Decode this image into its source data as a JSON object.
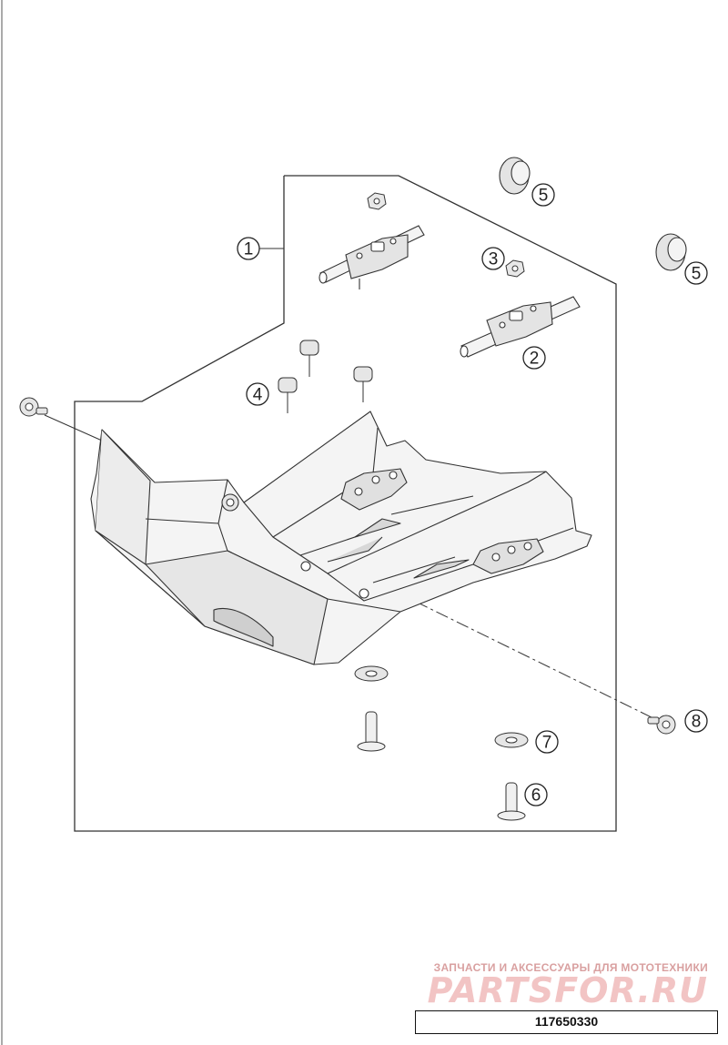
{
  "callouts": [
    {
      "id": "callout-1",
      "number": "1"
    },
    {
      "id": "callout-2",
      "number": "2"
    },
    {
      "id": "callout-3",
      "number": "3"
    },
    {
      "id": "callout-4",
      "number": "4"
    },
    {
      "id": "callout-5a",
      "number": "5"
    },
    {
      "id": "callout-5b",
      "number": "5"
    },
    {
      "id": "callout-6",
      "number": "6"
    },
    {
      "id": "callout-7",
      "number": "7"
    },
    {
      "id": "callout-8",
      "number": "8"
    }
  ],
  "watermark": {
    "tagline": "ЗАПЧАСТИ И АКСЕССУАРЫ ДЛЯ МОТОТЕХНИКИ",
    "logo": "PARTSFOR.RU"
  },
  "part_number": "117650330",
  "colors": {
    "line": "#333333",
    "part_fill": "#f4f4f4",
    "shade": "#d8d8d8",
    "watermark": "#f2c4c4"
  }
}
